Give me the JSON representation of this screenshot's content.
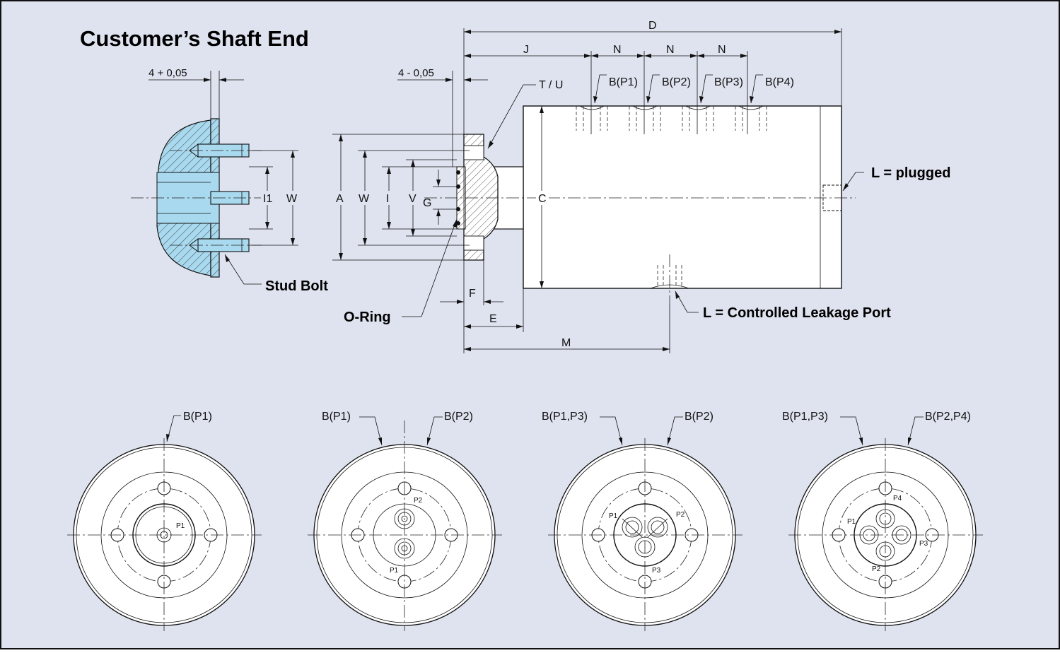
{
  "title": "Customer’s Shaft End",
  "colors": {
    "background": "#dfe3ef",
    "border": "#111111",
    "section_fill": "#a9d9ee",
    "body_fill": "#ffffff",
    "line": "#111111"
  },
  "shaft_end": {
    "tol_plus": "4 + 0,05",
    "dim_i1": "I1",
    "dim_w": "W",
    "stud_bolt": "Stud Bolt"
  },
  "main_view": {
    "tol_minus": "4 - 0,05",
    "dims": {
      "d": "D",
      "j": "J",
      "n1": "N",
      "n2": "N",
      "n3": "N",
      "a": "A",
      "w": "W",
      "i": "I",
      "v": "V",
      "g": "G",
      "c": "C",
      "f": "F",
      "e": "E",
      "m": "M",
      "tu": "T / U"
    },
    "ports": {
      "b1": "B(P1)",
      "b2": "B(P2)",
      "b3": "B(P3)",
      "b4": "B(P4)"
    },
    "o_ring": "O-Ring",
    "l_plugged": "L = plugged",
    "l_controlled": "L = Controlled Leakage Port"
  },
  "end_views": [
    {
      "left_label": "",
      "right_label": "B(P1)",
      "ports": [
        "P1"
      ]
    },
    {
      "left_label": "B(P1)",
      "right_label": "B(P2)",
      "ports": [
        "P2",
        "P1"
      ]
    },
    {
      "left_label": "B(P1,P3)",
      "right_label": "B(P2)",
      "ports": [
        "P1",
        "P2",
        "P3"
      ]
    },
    {
      "left_label": "B(P1,P3)",
      "right_label": "B(P2,P4)",
      "ports": [
        "P4",
        "P1",
        "P3",
        "P2"
      ]
    }
  ]
}
